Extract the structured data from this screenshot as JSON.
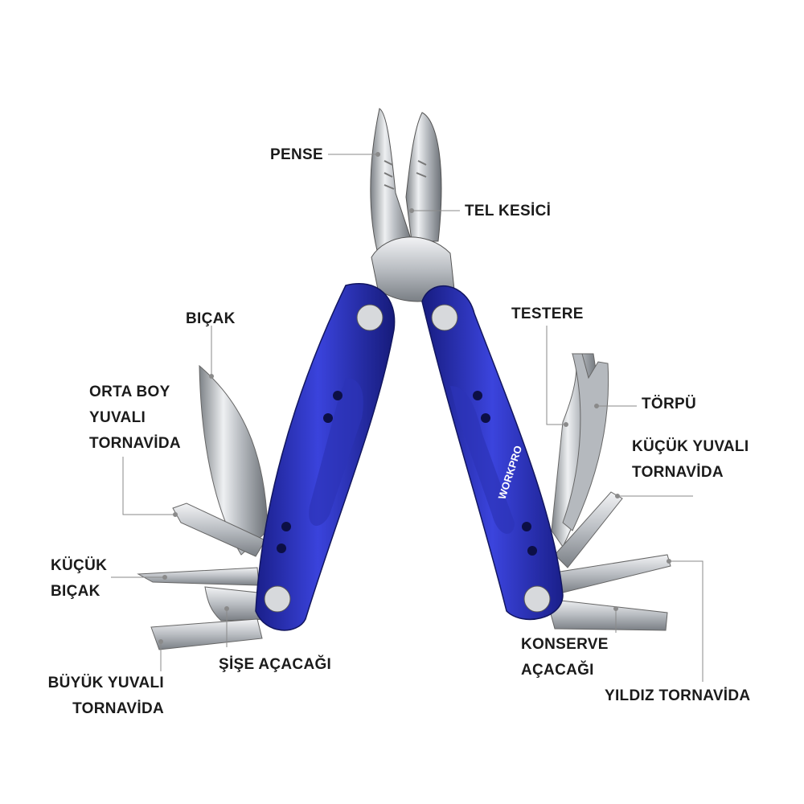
{
  "image": {
    "subject": "Multi-tool with blue handles and stainless steel implements",
    "brand_on_handle": "WORKPRO",
    "handle_color": "#2f37c8",
    "steel_color": "#c9ccd0",
    "leader_line_color": "#8a8a8a"
  },
  "labels": {
    "pense": "PENSE",
    "tel_kesici": "TEL KESİCİ",
    "bicak": "BIÇAK",
    "orta_boy": "ORTA BOY\nYUVALI\nTORNAVİDA",
    "testere": "TESTERE",
    "torpu": "TÖRPÜ",
    "kucuk_yuvali": "KÜÇÜK YUVALI\nTORNAVİDA",
    "kucuk_bicak": "KÜÇÜK\nBIÇAK",
    "sise_acacagi": "ŞİŞE AÇACAĞI",
    "buyuk_yuvali": "BÜYÜK YUVALI\nTORNAVİDA",
    "konserve_acacagi": "KONSERVE\nAÇACAĞI",
    "yildiz": "YILDIZ TORNAVİDA"
  }
}
